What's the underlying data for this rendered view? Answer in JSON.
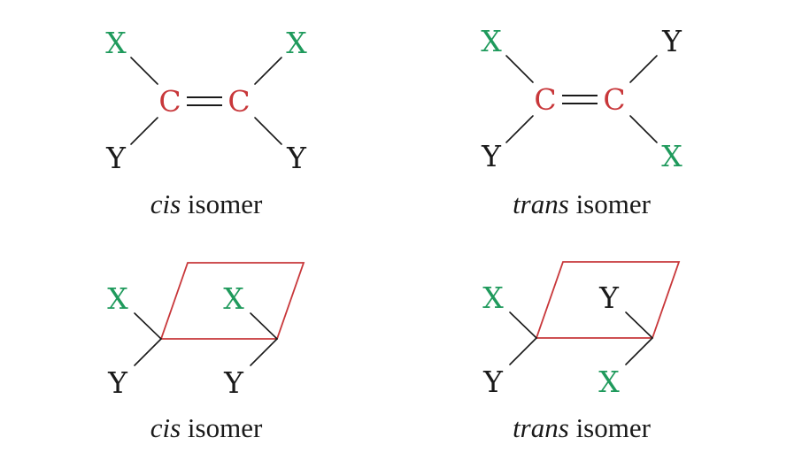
{
  "colors": {
    "substituent_x": "#1f9a5c",
    "substituent_y": "#1a1a1a",
    "carbon": "#c8373a",
    "bond": "#c8373a",
    "plane": "#c8373a"
  },
  "panels": {
    "cis_flat": {
      "top_left": "X",
      "top_right": "X",
      "bottom_left": "Y",
      "bottom_right": "Y",
      "carbon_left": "C",
      "carbon_right": "C",
      "caption_italic": "cis",
      "caption_rest": " isomer"
    },
    "trans_flat": {
      "top_left": "X",
      "top_right": "Y",
      "bottom_left": "Y",
      "bottom_right": "X",
      "carbon_left": "C",
      "carbon_right": "C",
      "caption_italic": "trans",
      "caption_rest": " isomer"
    },
    "cis_plane": {
      "top_left": "X",
      "top_right": "X",
      "bottom_left": "Y",
      "bottom_right": "Y",
      "caption_italic": "cis",
      "caption_rest": " isomer"
    },
    "trans_plane": {
      "top_left": "X",
      "top_right": "Y",
      "bottom_left": "Y",
      "bottom_right": "X",
      "caption_italic": "trans",
      "caption_rest": " isomer"
    }
  }
}
